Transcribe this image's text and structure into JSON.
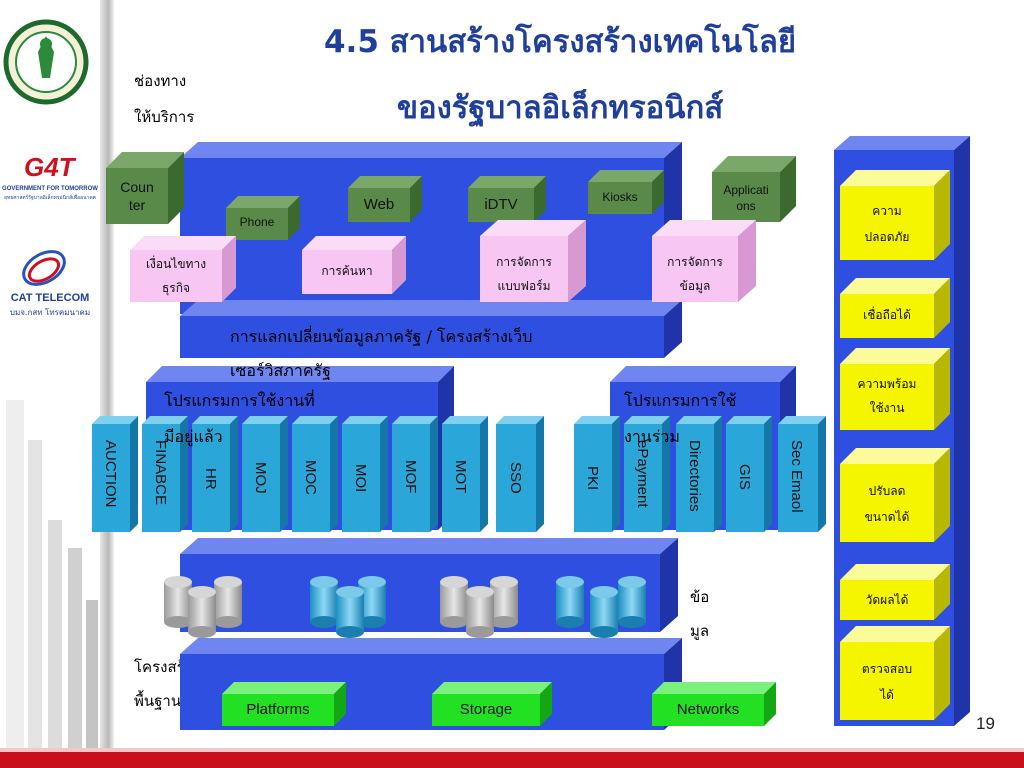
{
  "title": {
    "line1": "4.5 สานสร้างโครงสร้างเทคโนโลยี",
    "line2": "ของรัฐบาลอิเล็กทรอนิกส์"
  },
  "labels": {
    "channel": [
      "ช่องทาง",
      "ให้บริการ"
    ],
    "data": [
      "ข้อ",
      "มูล"
    ],
    "infrastructure": [
      "โครงสร้าง",
      "พื้นฐาน"
    ]
  },
  "channels": {
    "counter": "Counter",
    "phone": "Phone",
    "web": "Web",
    "idtv": "iDTV",
    "kiosks": "Kiosks",
    "applications": "Applications"
  },
  "services": [
    [
      "เงื่อนไขทาง",
      "ธุรกิจ"
    ],
    [
      "การค้นหา"
    ],
    [
      "การจัดการ",
      "แบบฟอร์ม"
    ],
    [
      "การจัดการ",
      "ข้อมูล"
    ]
  ],
  "exchange_bar": [
    "การแลกเปลี่ยนข้อมูลภาครัฐ / โครงสร้างเว็บ",
    "เซอร์วิสภาครัฐ"
  ],
  "existing_apps": {
    "title": [
      "โปรแกรมการใช้งานที่",
      "มีอยู่แล้ว"
    ],
    "items": [
      "AUCTION",
      "FINABCE",
      "HR",
      "MOJ",
      "MOC",
      "MOI",
      "MOF",
      "MOT"
    ]
  },
  "sso": "SSO",
  "shared_apps": {
    "title": [
      "โปรแกรมการใช้",
      "งานร่วม"
    ],
    "items": [
      "PKI",
      "ePayment",
      "Directories",
      "GIS",
      "Sec Emaol"
    ]
  },
  "infra_items": [
    "Platforms",
    "Storage",
    "Networks"
  ],
  "qualities": [
    [
      "ความ",
      "ปลอดภัย"
    ],
    [
      "เชื่อถือได้"
    ],
    [
      "ความพร้อม",
      "ใช้งาน"
    ],
    [
      "ปรับลด",
      "ขนาดได้"
    ],
    [
      "วัดผลได้"
    ],
    [
      "ตรวจสอบ",
      "ได้"
    ]
  ],
  "logos": {
    "g4t": "G4T",
    "g4t_sub1": "GOVERNMENT FOR TOMORROW",
    "g4t_sub2": "ยุทธศาสตร์รัฐบาลอิเล็กทรอนิกส์เพื่ออนาคต",
    "cat": "CAT TELECOM",
    "cat_sub": "บมจ.กสท โทรคมนาคม"
  },
  "page_number": "19",
  "colors": {
    "title": "#1f3f9a",
    "platform_blue": "#2f4fe0",
    "app_teal": "#2aa6d8",
    "channel_green": "#5a8a4a",
    "service_pink": "#f7c6f2",
    "quality_yellow": "#f5f500",
    "infra_green": "#22e022",
    "footer_red": "#c9101a"
  }
}
